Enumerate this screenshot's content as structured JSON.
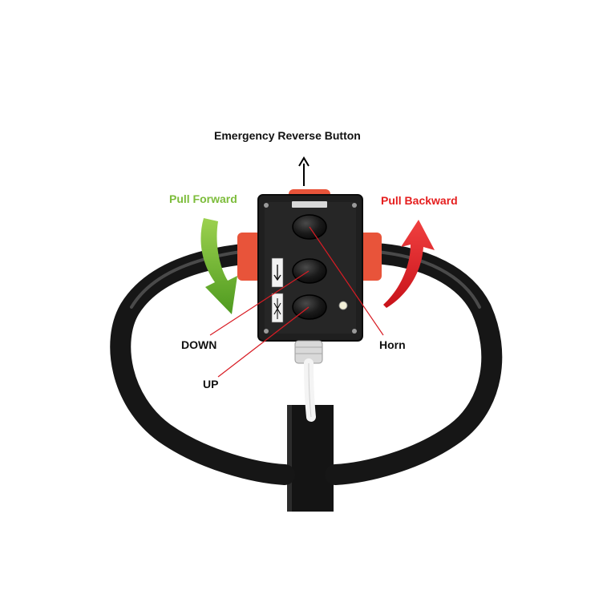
{
  "labels": {
    "emergency": "Emergency Reverse Button",
    "pull_forward": "Pull Forward",
    "pull_backward": "Pull Backward",
    "down": "DOWN",
    "up": "UP",
    "horn": "Horn"
  },
  "colors": {
    "background": "#ffffff",
    "forward": "#7cbc3a",
    "backward": "#e51e1e",
    "handle": "#1c1c1c",
    "housing": "#222222",
    "orange": "#e8543a",
    "leader_line": "#d81c24"
  }
}
